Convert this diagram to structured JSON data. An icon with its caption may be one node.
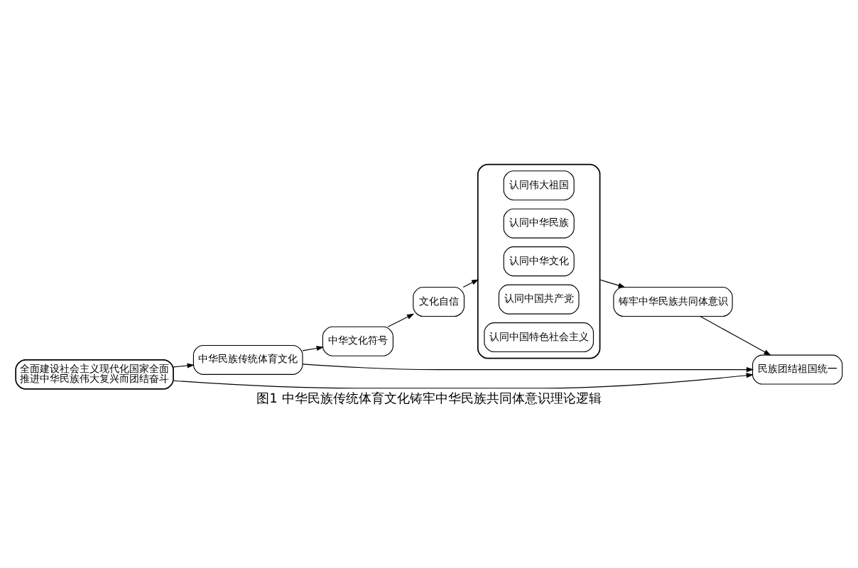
{
  "diagram": {
    "caption": "图1 中华民族传统体育文化铸牢中华民族共同体意识理论逻辑",
    "nodes": [
      {
        "text": [
          "全面建设社会主义现代化国家全面推进中华民族伟大复兴而团结奋斗"
        ]
      },
      {
        "text": [
          "中华民族传统体育文化"
        ]
      },
      {
        "text": [
          "中华文化符号"
        ]
      },
      {
        "text": [
          "文化自信"
        ]
      },
      {
        "text": [],
        "shape": "box"
      },
      {
        "text": [
          "认同伟大祖国"
        ],
        "in": 4
      },
      {
        "text": [
          "认同中华民族"
        ],
        "in": 4
      },
      {
        "text": [
          "认同中华文化"
        ],
        "in": 4
      },
      {
        "text": [
          "认同中国共产党"
        ],
        "in": 4
      },
      {
        "text": [
          "认同中国特色社会主义"
        ],
        "in": 4
      },
      {
        "text": [
          "铸牢中华民族共同体意识"
        ]
      },
      {
        "text": [
          "民族团结祖国统一"
        ]
      }
    ],
    "edges": [
      {
        "from": 0,
        "to": 1,
        "arrow": "to"
      },
      {
        "from": 0,
        "to": 11,
        "arrow": "to"
      },
      {
        "from": 1,
        "to": 2,
        "arrow": "to"
      },
      {
        "from": 2,
        "to": 3,
        "arrow": "to"
      },
      {
        "from": 3,
        "to": 4,
        "arrow": "to"
      },
      {
        "from": 4,
        "to": 10,
        "arrow": "to"
      },
      {
        "from": 10,
        "to": 11,
        "arrow": "to"
      },
      {
        "from": 1,
        "to": 11,
        "arrow": "to"
      }
    ]
  }
}
